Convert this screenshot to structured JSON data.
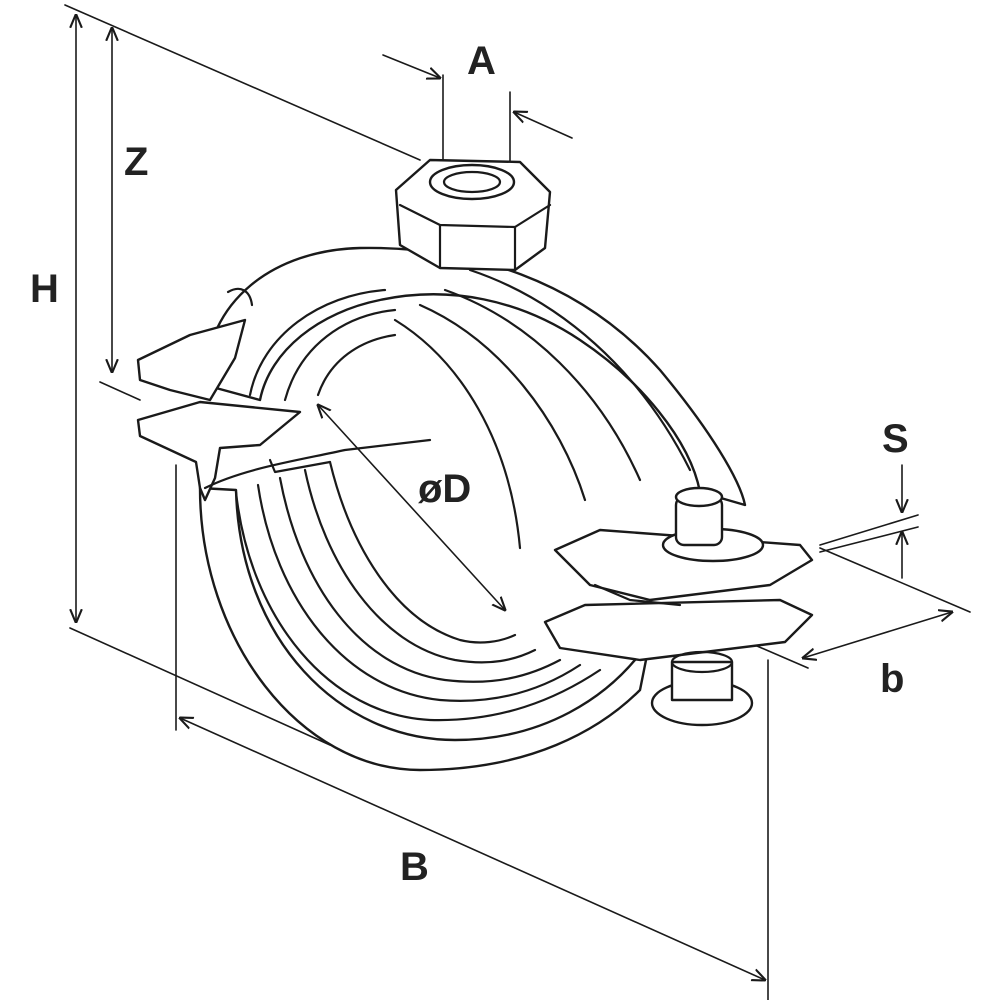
{
  "dimensions": {
    "A": "A",
    "Z": "Z",
    "H": "H",
    "S": "S",
    "D": "øD",
    "b": "b",
    "B": "B"
  },
  "colors": {
    "line": "#1a1a1a",
    "background": "#ffffff"
  }
}
